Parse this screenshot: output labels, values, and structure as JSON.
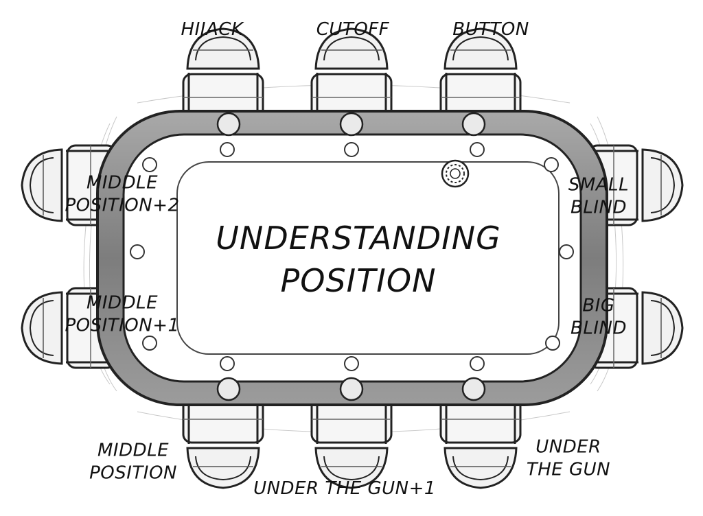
{
  "title": {
    "line1": "UNDERSTANDING",
    "line2": "POSITION"
  },
  "positions": {
    "hijack": {
      "line1": "HIJACK"
    },
    "cutoff": {
      "line1": "CUTOFF"
    },
    "button": {
      "line1": "BUTTON"
    },
    "small_blind": {
      "line1": "SMALL",
      "line2": "BLIND"
    },
    "big_blind": {
      "line1": "BIG",
      "line2": "BLIND"
    },
    "under_the_gun": {
      "line1": "UNDER",
      "line2": "THE GUN"
    },
    "under_the_gun_1": {
      "line1": "UNDER THE GUN+1"
    },
    "middle_position": {
      "line1": "MIDDLE",
      "line2": "POSITION"
    },
    "middle_position_1": {
      "line1": "MIDDLE",
      "line2": "POSITION+1"
    },
    "middle_position_2": {
      "line1": "MIDDLE",
      "line2": "POSITION+2"
    }
  },
  "colors": {
    "ink": "#111111",
    "rail": "#8a8a8a",
    "felt": "#ffffff",
    "chair": "#f4f4f4"
  },
  "icons": [
    "dealer-button-icon",
    "cup-holder-icon",
    "chair-icon"
  ]
}
